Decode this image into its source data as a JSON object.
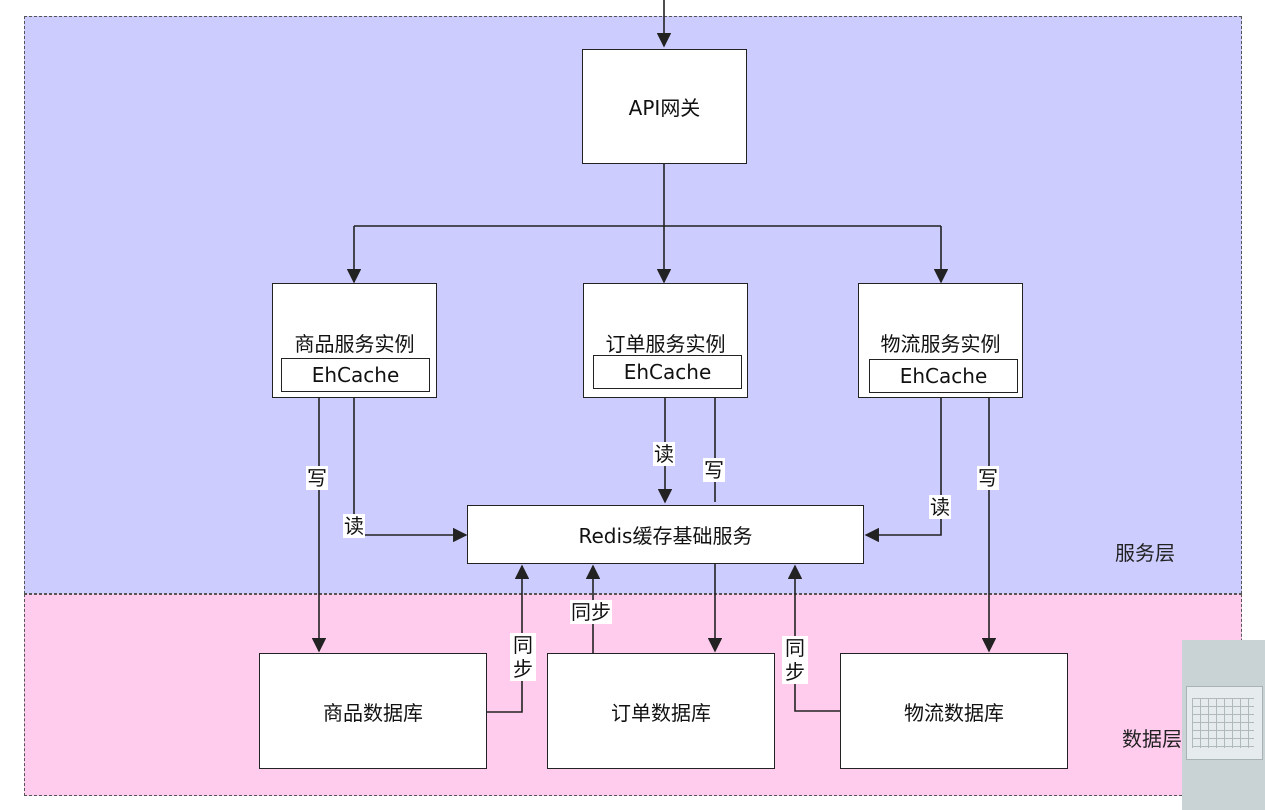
{
  "zones": {
    "service_label": "服务层",
    "data_label": "数据层"
  },
  "nodes": {
    "api_gateway": "API网关",
    "product_service": "商品服务实例",
    "order_service": "订单服务实例",
    "logistics_service": "物流服务实例",
    "ehcache": "EhCache",
    "redis": "Redis缓存基础服务",
    "product_db": "商品数据库",
    "order_db": "订单数据库",
    "logistics_db": "物流数据库"
  },
  "edge_labels": {
    "write": "写",
    "read": "读",
    "sync": "同步"
  },
  "colors": {
    "service_zone": "#ccccff",
    "data_zone": "#ffccee",
    "box_fill": "#ffffff",
    "line": "#222222"
  }
}
